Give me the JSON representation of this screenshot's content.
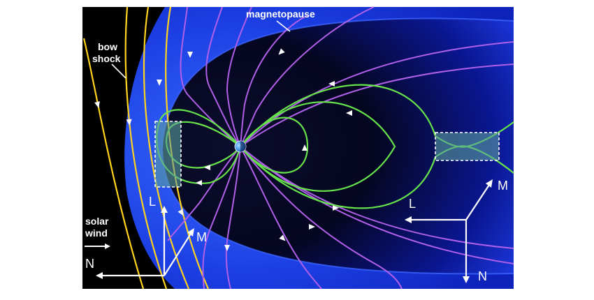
{
  "labels": {
    "magnetopause": "magnetopause",
    "bow_shock_line1": "bow",
    "bow_shock_line2": "shock",
    "solar_wind_line1": "solar",
    "solar_wind_line2": "wind"
  },
  "axes_dayside": {
    "L": "L",
    "M": "M",
    "N": "N"
  },
  "axes_tail": {
    "L": "L",
    "M": "M",
    "N": "N"
  },
  "colors": {
    "background": "#000000",
    "magnetosheath": "#1a3fe0",
    "magnetosphere": "#0a1a9a",
    "closed_field_lines": "#66e24a",
    "open_field_lines": "#b060e8",
    "bow_shock_lines": "#ffd21e",
    "reconnection_box": "#5a9ea0",
    "earth": "#4aa0e6"
  },
  "icons": [
    "earth-icon",
    "arrow-icon"
  ]
}
